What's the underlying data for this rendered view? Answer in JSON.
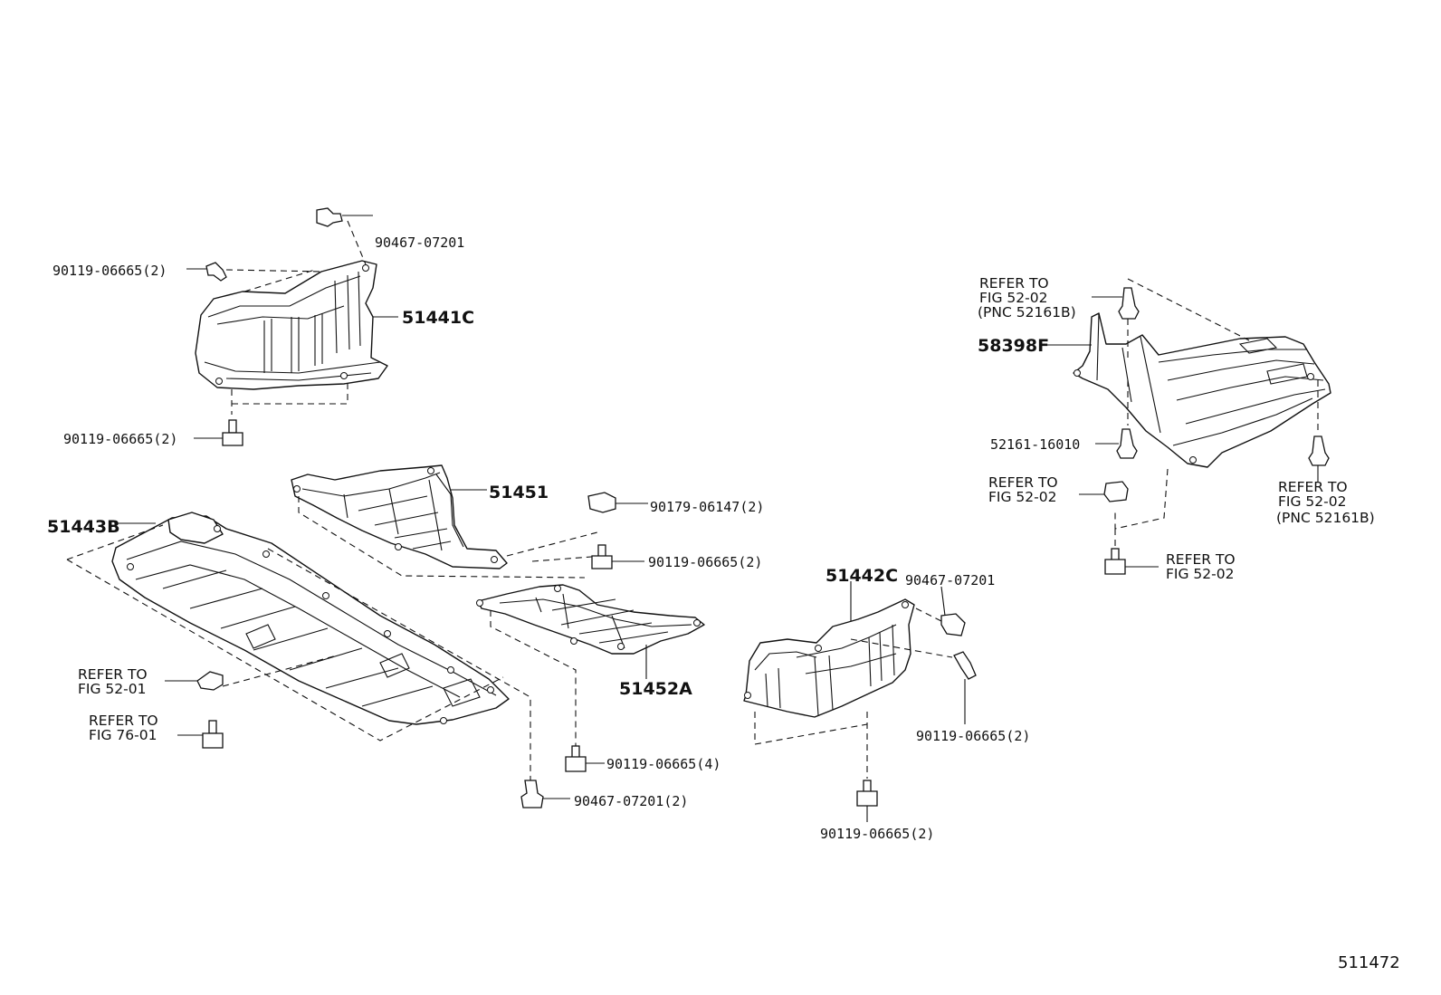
{
  "labels": {
    "p51441C": "51441C",
    "p51451": "51451",
    "p51443B": "51443B",
    "p51452A": "51452A",
    "p51442C": "51442C",
    "p58398F": "58398F",
    "f90467_top": "90467-07201",
    "f90119_a": "90119-06665(2)",
    "f90119_b": "90119-06665(2)",
    "f90179": "90179-06147(2)",
    "f90119_c": "90119-06665(2)",
    "f90119_d": "90119-06665(4)",
    "f90467_b": "90467-07201(2)",
    "f90467_c": "90467-07201",
    "f90119_e": "90119-06665(2)",
    "f90119_f": "90119-06665(2)",
    "f52161": "52161-16010",
    "illustration_id": "511472"
  },
  "refs": {
    "r1": [
      "REFER TO",
      "FIG 52-02",
      "(PNC 52161B)"
    ],
    "r2": [
      "REFER TO",
      "FIG 52-02"
    ],
    "r3": [
      "REFER TO",
      "FIG 52-02",
      "(PNC 52161B)"
    ],
    "r4": [
      "REFER TO",
      "FIG 52-02"
    ],
    "r5": [
      "REFER TO",
      "FIG 52-01"
    ],
    "r6": [
      "REFER TO",
      "FIG 76-01"
    ]
  }
}
